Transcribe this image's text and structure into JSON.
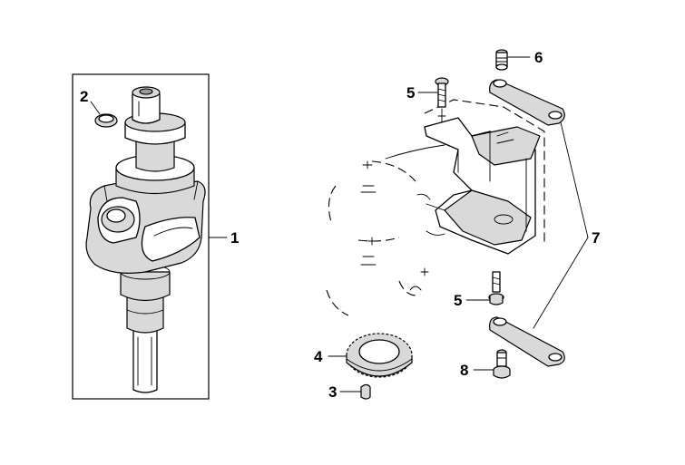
{
  "figure": {
    "callouts": [
      {
        "id": "1",
        "part": "crankshaft"
      },
      {
        "id": "2",
        "part": "seal ring"
      },
      {
        "id": "3",
        "part": "key"
      },
      {
        "id": "4",
        "part": "crank gear"
      },
      {
        "id": "5",
        "part": "bolt (upper)"
      },
      {
        "id": "5",
        "part": "bolt (lower)"
      },
      {
        "id": "6",
        "part": "stud bolt"
      },
      {
        "id": "7",
        "part": "link plates"
      },
      {
        "id": "8",
        "part": "flange bolt"
      }
    ]
  },
  "colors": {
    "line": "#000000",
    "shade_light": "#d9d9d9",
    "shade_dark": "#9a9a9a",
    "background": "#ffffff"
  }
}
